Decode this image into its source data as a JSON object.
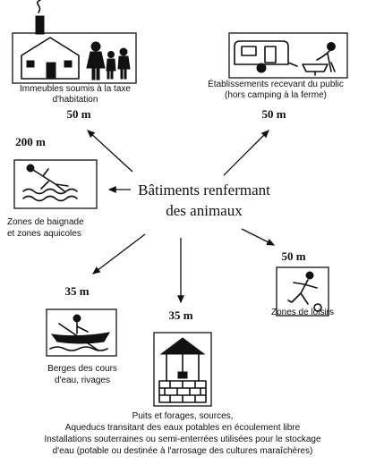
{
  "center": {
    "line1": "Bâtiments renfermant",
    "line2": "des animaux"
  },
  "items": {
    "habitation": {
      "label_line1": "Immeubles soumis à la taxe",
      "label_line2": "d'habitation",
      "distance": "50 m",
      "icon": "house-family-icon"
    },
    "public": {
      "label_line1": "Établissements recevant du public",
      "label_line2": "(hors camping à la ferme)",
      "distance": "50 m",
      "icon": "caravan-camping-icon"
    },
    "baignade": {
      "label_line1": "Zones de baignade",
      "label_line2": "et zones aquicoles",
      "distance": "200 m",
      "icon": "swimmer-icon"
    },
    "loisirs": {
      "label_line1": "Zones de loisirs",
      "distance": "50 m",
      "icon": "soccer-player-icon"
    },
    "berges": {
      "label_line1": "Berges des cours",
      "label_line2": "d'eau, rivages",
      "distance": "35 m",
      "icon": "rowing-boat-icon"
    },
    "puits": {
      "label_line1": "Puits et forages, sources,",
      "label_line2": "Aqueducs transitant des eaux potables en écoulement libre",
      "label_line3": "Installations souterraines ou semi-enterrées utilisées pour le stockage",
      "label_line4": "d'eau (potable ou destinée à l'arrosage des cultures maraîchères)",
      "distance": "35 m",
      "icon": "water-well-icon"
    }
  }
}
